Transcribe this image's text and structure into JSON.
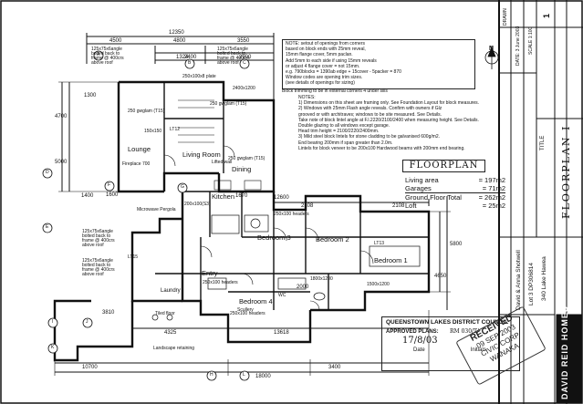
{
  "title_block": {
    "drawn": "DRAWN",
    "date": "DATE: 3 June 2003",
    "scale": "SCALE 1:100",
    "sheet": "1",
    "drawing_title": "FLOORPLAN I",
    "title_label": "TITLE",
    "client_line1": "David & Anna Shotwell",
    "client_line2": "Lot 3 DP306814",
    "client_line3": "340 Lake Hawea",
    "brand": "DAVID REID HOMES"
  },
  "notes_box": [
    "NOTE: setout of openings from corners",
    "based on block ends with 25mm reveal,",
    "15mm flange cover, 5mm paclan.",
    "Add 5mm to each side if using 15mm reveals",
    "or adjust 4 flange cover = not 15mm.",
    "e.g. 790blocks = 1390ab edge + 15cover - 5packer = 870",
    "Window codes are opening trim sizes.",
    "(see details of openings for sizing)",
    "Block trimming to be in external corners 4 under sills"
  ],
  "notes_list": {
    "heading": "NOTES:",
    "items": [
      "1)  Dimensions on this sheet are framing only. See Foundation Layout for block measures.",
      "2)  Windows with 25mm Flash angle reveals. Confirm with owners if Glz",
      "     grooved or with architraves; windows to be site measured. See Details.",
      "     Take note of block lintel angle at F.l.2220/2100/2400 when measuring height. See Details.",
      "     Double glazing to all windows except garage.",
      "     Head trim height = 2100/2220/2400mm.",
      "3)  Mild steel block lintels for stone cladding to be galvanised 600g/m2.",
      "     End bearing 200mm if span greater than 2.0m.",
      "     Lintels for block veneer to be 200x100 Hardwood beams with 200mm end bearing."
    ]
  },
  "floorplan_title": "FLOORPLAN",
  "areas": [
    {
      "label": "Living area",
      "value": "= 197m2"
    },
    {
      "label": "Garages",
      "value": "= 71m2"
    },
    {
      "label": "Ground Floor Total",
      "value": "= 262m2"
    },
    {
      "label": "Loft",
      "value": "= 25m2"
    }
  ],
  "rooms": {
    "lounge": "Lounge",
    "living": "Living Room",
    "dining": "Dining",
    "kitchen": "Kitchen",
    "bed1": "Bedroom 1",
    "bed2": "Bedroom 2",
    "bed3": "Bedroom 3",
    "bed4": "Bedroom 4",
    "entry": "Entry",
    "laundry": "Laundry",
    "scullery": "Scullery",
    "wc": "WC",
    "microwave": "Microwave Pergola",
    "lifted_wall": "Lifted wall",
    "landscape": "Landscape retaining",
    "tiled_floor": "Tiled floor"
  },
  "dimensions": {
    "top_overall": "12350",
    "top_left": "4500",
    "top_a": "4800",
    "top_b": "3550",
    "top_c": "1324",
    "top_d": "2900",
    "left_a": "4700",
    "left_b": "5000",
    "bottom_a": "10700",
    "bottom_b": "18000",
    "bottom_c": "3400",
    "bottom_d": "13618",
    "bottom_e": "4325",
    "right_a": "5800",
    "right_b": "4650",
    "mid_a": "2108",
    "mid_b": "2108",
    "mid_c": "12600",
    "mid_d": "1400",
    "mid_e": "1600",
    "mid_f": "1670",
    "mid_g": "1300",
    "mid_h": "2400",
    "mid_i": "3810",
    "mid_j": "2000"
  },
  "annotations": {
    "bracket_top": "125x75x6angle",
    "bracket_top2": "bolted back to",
    "bracket_top3": "frame @ 400crs",
    "bracket_top4": "above roof",
    "bracket_mid": "125x75x6angle",
    "bracket_mid2": "bolted back to",
    "bracket_mid3": "frame @ 400crs",
    "bracket_mid4": "above roof",
    "bracket_low": "125x75x6angle",
    "bracket_low2": "bolted back to",
    "bracket_low3": "frame @ 400crs",
    "bracket_low4": "above roof",
    "bracket_bl": "125x75x6angle",
    "bracket_bl2": "bolted back to",
    "bracket_bl3": "frame @ 400crs",
    "bracket_bl4": "above roof",
    "lintel_top": "250x100x8 plate",
    "header_lounge": "250 gwglam (T15)",
    "header_living": "250 gwglam (T15)",
    "header_dining": "250 gwglam (T15)",
    "header_garage": "250x100 headers",
    "header_entry": "250x100 headers",
    "header_bed4": "250x100 headers",
    "post_a": "200x100(S3)",
    "post_b": "150x150",
    "fire": "Fireplace 700",
    "lintel_k": "LT12",
    "lintel_l": "LT15",
    "lintel_m": "LT13",
    "window_a": "1800x1200",
    "window_b": "1500x1200",
    "window_c": "2400x1200"
  },
  "compass": "N",
  "council_stamp": {
    "line1": "QUEENSTOWN LAKES DISTRICT COUNCIL",
    "line2": "APPROVED PLANS:",
    "line3": "RM 030/T/",
    "line4": "17/8/03",
    "line5": "Date",
    "line6": "Initials"
  },
  "received_stamp": {
    "line1": "RECEIVED",
    "line2": "09 SEP 2003",
    "line3": "CIVIC CORP",
    "line4": "WANAKA"
  },
  "grid_labels": [
    "A",
    "B",
    "C",
    "D",
    "E",
    "F",
    "G",
    "H",
    "I",
    "J",
    "K",
    "L"
  ]
}
